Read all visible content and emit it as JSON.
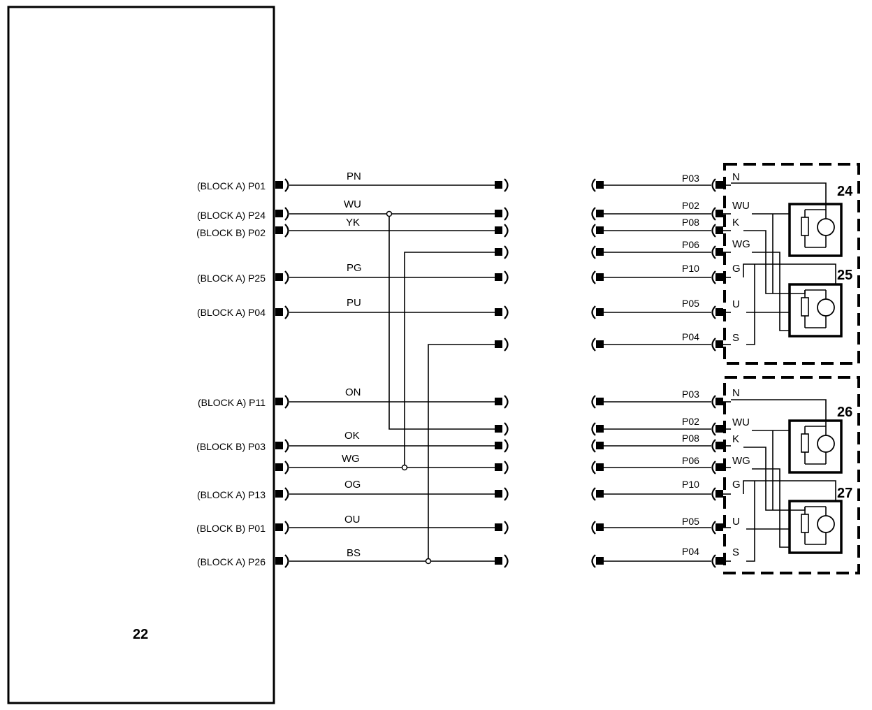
{
  "ecu": {
    "number": "22",
    "pins": [
      "(BLOCK A) P01",
      "(BLOCK A) P24",
      "(BLOCK B) P02",
      "(BLOCK A) P25",
      "(BLOCK A) P04",
      "(BLOCK A) P11",
      "(BLOCK B) P03",
      "(BLOCK A) P13",
      "(BLOCK B) P01",
      "(BLOCK A) P26"
    ]
  },
  "wires": {
    "top": [
      "PN",
      "WU",
      "YK",
      "PG",
      "PU"
    ],
    "bottom": [
      "ON",
      "OK",
      "WG",
      "OG",
      "OU",
      "BS"
    ]
  },
  "groups": [
    {
      "pins": [
        "P03",
        "P02",
        "P08",
        "P06",
        "P10",
        "P05",
        "P04"
      ],
      "terminals": [
        "N",
        "WU",
        "K",
        "WG",
        "G",
        "U",
        "S"
      ],
      "components": [
        "24",
        "25"
      ]
    },
    {
      "pins": [
        "P03",
        "P02",
        "P08",
        "P06",
        "P10",
        "P05",
        "P04"
      ],
      "terminals": [
        "N",
        "WU",
        "K",
        "WG",
        "G",
        "U",
        "S"
      ],
      "components": [
        "26",
        "27"
      ]
    }
  ]
}
